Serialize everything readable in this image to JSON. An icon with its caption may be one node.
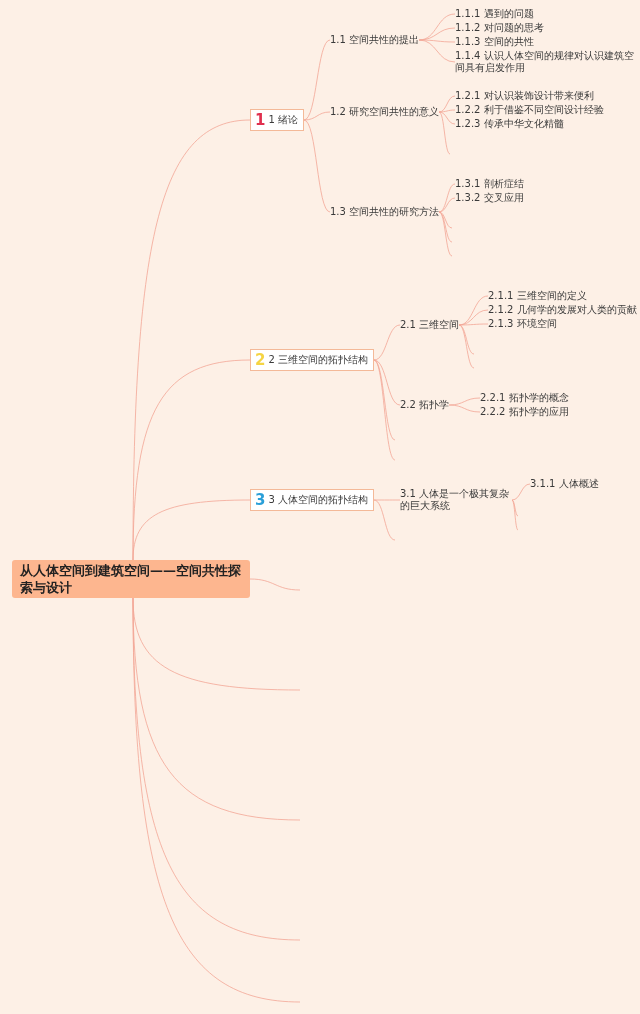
{
  "diagram": {
    "nodes": [
      {
        "text": [
          "从人体空间到建筑空间——空间共性探索与设计"
        ]
      },
      {
        "text": [
          "1",
          "1 绪论"
        ]
      },
      {
        "text": [
          "1.1 空间共性的提出"
        ]
      },
      {
        "text": [
          "1.1.1 遇到的问题"
        ]
      },
      {
        "text": [
          "1.1.2 对问题的思考"
        ]
      },
      {
        "text": [
          "1.1.3 空间的共性"
        ]
      },
      {
        "text": [
          "1.1.4 认识人体空间的规律对认识建筑空间具有启发作用"
        ]
      },
      {
        "text": [
          "1.2 研究空间共性的意义"
        ]
      },
      {
        "text": [
          "1.2.1 对认识装饰设计带来便利"
        ]
      },
      {
        "text": [
          "1.2.2 利于借鉴不同空间设计经验"
        ]
      },
      {
        "text": [
          "1.2.3 传承中华文化精髓"
        ]
      },
      {
        "text": [
          "1.3 空间共性的研究方法"
        ]
      },
      {
        "text": [
          "1.3.1 剖析症结"
        ]
      },
      {
        "text": [
          "1.3.2 交叉应用"
        ]
      },
      {
        "text": [
          "2",
          "2 三维空间的拓扑结构"
        ]
      },
      {
        "text": [
          "2.1 三维空间"
        ]
      },
      {
        "text": [
          "2.1.1 三维空间的定义"
        ]
      },
      {
        "text": [
          "2.1.2 几何学的发展对人类的贡献"
        ]
      },
      {
        "text": [
          "2.1.3 环境空间"
        ]
      },
      {
        "text": [
          "2.2 拓扑学"
        ]
      },
      {
        "text": [
          "2.2.1 拓扑学的概念"
        ]
      },
      {
        "text": [
          "2.2.2 拓扑学的应用"
        ]
      },
      {
        "text": [
          "3",
          "3 人体空间的拓扑结构"
        ]
      },
      {
        "text": [
          "3.1 人体是一个极其复杂的巨大系统"
        ]
      },
      {
        "text": [
          "3.1.1 人体概述"
        ]
      }
    ],
    "edges": [
      {
        "from": 0,
        "to": 1,
        "arrow": "none"
      },
      {
        "from": 0,
        "to": 14,
        "arrow": "none"
      },
      {
        "from": 0,
        "to": 22,
        "arrow": "none"
      },
      {
        "from": 0,
        "to": null,
        "arrow": "none"
      },
      {
        "from": 0,
        "to": null,
        "arrow": "none"
      },
      {
        "from": 0,
        "to": null,
        "arrow": "none"
      },
      {
        "from": 0,
        "to": null,
        "arrow": "none"
      },
      {
        "from": 0,
        "to": null,
        "arrow": "none"
      },
      {
        "from": 1,
        "to": 2,
        "arrow": "none"
      },
      {
        "from": 1,
        "to": 7,
        "arrow": "none"
      },
      {
        "from": 1,
        "to": 11,
        "arrow": "none"
      },
      {
        "from": 2,
        "to": 3,
        "arrow": "none"
      },
      {
        "from": 2,
        "to": 4,
        "arrow": "none"
      },
      {
        "from": 2,
        "to": 5,
        "arrow": "none"
      },
      {
        "from": 2,
        "to": 6,
        "arrow": "none"
      },
      {
        "from": 7,
        "to": 8,
        "arrow": "none"
      },
      {
        "from": 7,
        "to": 9,
        "arrow": "none"
      },
      {
        "from": 7,
        "to": 10,
        "arrow": "none"
      },
      {
        "from": 7,
        "to": null,
        "arrow": "none"
      },
      {
        "from": 11,
        "to": 12,
        "arrow": "none"
      },
      {
        "from": 11,
        "to": 13,
        "arrow": "none"
      },
      {
        "from": 11,
        "to": null,
        "arrow": "none"
      },
      {
        "from": 11,
        "to": null,
        "arrow": "none"
      },
      {
        "from": 11,
        "to": null,
        "arrow": "none"
      },
      {
        "from": 14,
        "to": 15,
        "arrow": "none"
      },
      {
        "from": 14,
        "to": 19,
        "arrow": "none"
      },
      {
        "from": 14,
        "to": null,
        "arrow": "none"
      },
      {
        "from": 14,
        "to": null,
        "arrow": "none"
      },
      {
        "from": 15,
        "to": 16,
        "arrow": "none"
      },
      {
        "from": 15,
        "to": 17,
        "arrow": "none"
      },
      {
        "from": 15,
        "to": 18,
        "arrow": "none"
      },
      {
        "from": 15,
        "to": null,
        "arrow": "none"
      },
      {
        "from": 15,
        "to": null,
        "arrow": "none"
      },
      {
        "from": 19,
        "to": 20,
        "arrow": "none"
      },
      {
        "from": 19,
        "to": 21,
        "arrow": "none"
      },
      {
        "from": 22,
        "to": 23,
        "arrow": "none"
      },
      {
        "from": 22,
        "to": null,
        "arrow": "none"
      },
      {
        "from": 23,
        "to": 24,
        "arrow": "none"
      },
      {
        "from": 23,
        "to": null,
        "arrow": "none"
      },
      {
        "from": 23,
        "to": null,
        "arrow": "none"
      }
    ]
  }
}
